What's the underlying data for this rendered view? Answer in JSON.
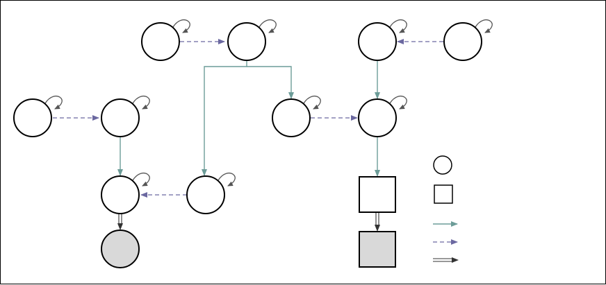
{
  "diagram": {
    "title": "",
    "colors": {
      "node_stroke": "#000000",
      "node_fill": "#ffffff",
      "terminal_fill": "#d9d9d9",
      "teal_edge": "#6c9c98",
      "dashed_edge": "#6b68a0",
      "double_edge": "#333333",
      "self_loop": "#555555"
    },
    "legend": {
      "entries": [
        {
          "kind": "circle-node",
          "label": ""
        },
        {
          "kind": "square-node",
          "label": ""
        },
        {
          "kind": "solid-teal-arrow",
          "label": ""
        },
        {
          "kind": "dashed-purple-arrow",
          "label": ""
        },
        {
          "kind": "double-black-arrow",
          "label": ""
        }
      ]
    }
  }
}
